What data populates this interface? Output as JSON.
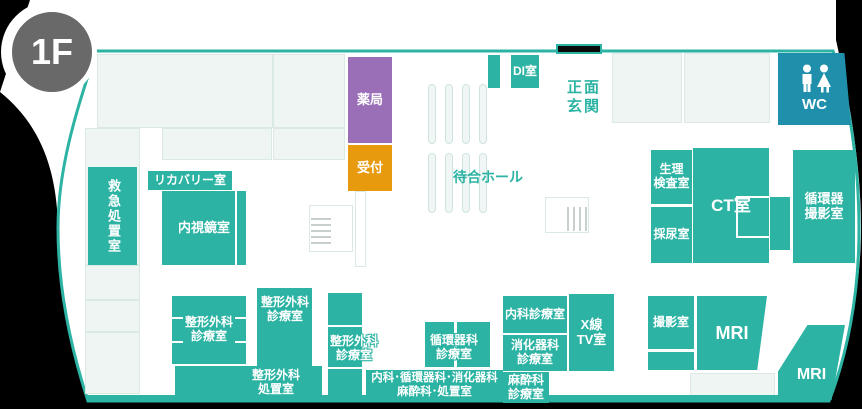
{
  "floor_badge": {
    "label": "1F"
  },
  "colors": {
    "room_teal": "#2cb3a3",
    "wc_blue": "#1f8fab",
    "pharmacy_purple": "#9a6fb8",
    "reception_orange": "#e89a0e",
    "floor_light": "#eef5f3",
    "outline_teal": "#2cb3a3",
    "shadow_black": "#000000",
    "badge_gray": "#696969"
  },
  "rooms": {
    "emergency": {
      "label": "救急処置室"
    },
    "recovery": {
      "label": "リカバリー室"
    },
    "endoscopy": {
      "label": "内視鏡室"
    },
    "pharmacy": {
      "label": "薬局"
    },
    "reception": {
      "label": "受付"
    },
    "di_room": {
      "label": "DI室"
    },
    "main_entrance": {
      "label": "正面\n玄関"
    },
    "waiting_hall": {
      "label": "待合ホール"
    },
    "wc": {
      "label": "WC"
    },
    "physiology_exam": {
      "label": "生理\n検査室"
    },
    "urine_collection": {
      "label": "採尿室"
    },
    "ct_room": {
      "label": "CT室"
    },
    "cardio_imaging": {
      "label": "循環器\n撮影室"
    },
    "ortho_consult_1": {
      "label": "整形外科\n診療室"
    },
    "ortho_consult_2": {
      "label": "整形外科\n診療室"
    },
    "ortho_consult_3": {
      "label": "整形外科\n診療室"
    },
    "ortho_treatment": {
      "label": "整形外科\n処置室"
    },
    "cardio_consult": {
      "label": "循環器科\n診療室"
    },
    "internal_consult": {
      "label": "内科診療室"
    },
    "gastro_consult": {
      "label": "消化器科\n診療室"
    },
    "xray_tv": {
      "label": "X線\nTV室"
    },
    "anesthesia_consult": {
      "label": "麻酔科\n診療室"
    },
    "multi_treatment": {
      "label": "内科･循環器科･消化器科\n麻酔科･処置室"
    },
    "imaging": {
      "label": "撮影室"
    },
    "mri_1": {
      "label": "MRI"
    },
    "mri_2": {
      "label": "MRI"
    }
  }
}
